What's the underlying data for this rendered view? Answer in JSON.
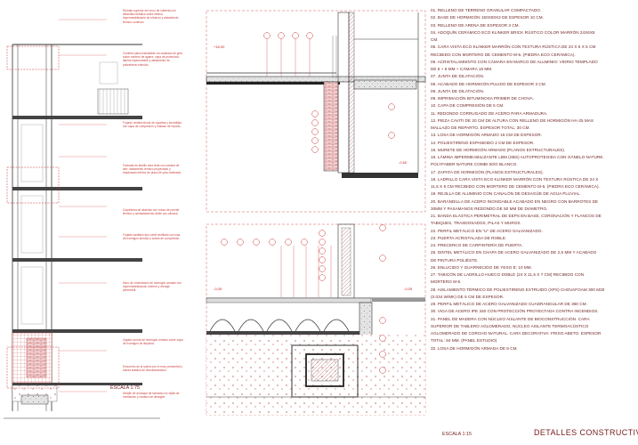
{
  "sheet_title": "DETALLES CONSTRUCTIVOS",
  "scale_left": "ESCALA 1:75",
  "scale_detail": "ESCALA 1:15",
  "level_marks": [
    "+18,00",
    "-0,60",
    "-0,05",
    "-0,05"
  ],
  "notes": [
    "01. RELLENO DE TERRENO GRANULAR COMPACTADO.",
    "02. BASE DE HORMIGÓN 150X50X2 DE ESPESOR 10 CM.",
    "03. RELLENO DE ARENA DE ESPESOR 3 CM.",
    "04. ADOQUÍN CERÁMICO ECO KLINKER BRICK RÚSTICO COLOR MARRÓN 24X6X5",
    "CM.",
    "05. CARA VISTA ECO KLINKER MARRÓN CON TEXTURA RÚSTICA DE 24 X 5 X 5 CM",
    "RECIBIDO CON MORTERO DE CEMENTO M-5. (PIEDRA ECO CERÁMICA).",
    "06. ACRISTALAMIENTO CON CÁMARA EN MARCO DE ALUMINIO: VIDRIO TEMPLADO",
    "DE 6 + 6 MM + CÁMARA 16 MM.",
    "07. JUNTA DE DILATACIÓN.",
    "08. ACABADO DE HORMIGÓN PULIDO DE ESPESOR 3 CM.",
    "09. JUNTA DE DILATACIÓN.",
    "09. IMPRIMACIÓN BITUMINOSA PRIMER DE CHOVA.",
    "10. CAPA DE COMPRESIÓN DE 5 CM.",
    "11. REDONDO CORRUGADO DE ACERO PARA ARMADURA.",
    "12. PIEZA CAVITI DE 20 CM DE ALTURA CON RELLENO DE HORMIGÓN HA-25 MAS",
    "MALLAZO DE REPARTO. ESPESOR TOTAL: 30 CM.",
    "13. LOSA DE HORMIGÓN ARMADO 15 CM DE ESPESOR.",
    "14. POLIESTIRENO EXPANDIDO 2 CM DE ESPESOR.",
    "15. MURETE DE HORMIGÓN ARMADO (PLANOS ESTRUCTURALES).",
    "16. LÁMINA IMPERMEABILIZANTE LBM (SBS) AUTOPROTEGIDA CON GÁNELO NATURE.",
    "POLYFABER NATURE COMBI 50/G BLANCO.",
    "17. ZAPATA DE HORMIGÓN (PLANOS ESTRUCTURALES).",
    "18. LADRILLO CARA VISTA ECO KLINKER MARRÓN CON TEXTURA RÚSTICA DE 24 X",
    "11,5 X 5 CM RECIBIDO CON MORTERO DE CEMENTO M-5. (PIEDRA ECO CERÁMICA).",
    "19. REJILLA DE ALUMINIO CON CANALÓN DE DESAGÜE DE AGUA PLUVIAL.",
    "20. BARANDILLA DE ACERO INOXIDABLE ACABADO EN NEGRO CON BARROTES DE",
    "30MM Y PASAMANOS REDONDO DE 50 MM DE DIÁMETRO.",
    "21. BANDA ELÁSTICA PERIMETRAL DE EEPS EN BASE, CORONACIÓN Y FLANCOS DE",
    "TABIQUES, TRASDOSADOS, PILAS Y MUROS.",
    "22. PERFIL METÁLICO EN \"U\" DE ACERO GALVANIZADO.",
    "23. PUERTA ACRISTALADA DE ROBLE.",
    "24. PRECERCO DE CARPINTERÍA DE PUERTA.",
    "25. DINTEL METÁLICO EN CHAPA DE ACERO GALVANIZADO DE 2,5 MM Y ACABADO",
    "DE PINTURA POLIÉSTE.",
    "26. ENLUCIDO Y GUARNECIDO DE YESO E: 10 MM.",
    "27. TABICÓN DE LADRILLO HUECO DOBLE (24 X 11,5 X 7 CM) RECIBIDO CON",
    "MORTERO M-5.",
    "28. AISLAMIENTO TÉRMICO DE POLIESTIRENO EXTRUIDO (XPS) CHOVAFOAM 300 M30",
    "(0.034 W/MK) DE 5 CM DE ESPESOR.",
    "29. PERFIL METÁLICO DE ACERO GALVANIZADO CUADRANGULAR DE 360 CM.",
    "30. VIGA DE ACERO IPE 340 CON PROTECCIÓN PROYECTADA CONTRA INCENDIOS.",
    "31. PANEL DE MADERA CON NÚCLEO AISLANTE DE BIOCONSTRUCCIÓN. CARA",
    "SUPERIOR DE TABLERO AGLOMERADO, NÚCLEO AISLANTE TERMOACÚSTICO",
    "AGLOMERADO DE CORCHO NATURAL. CARA DECORATIVA: FRISO ABETO. ESPESOR",
    "TOTAL: 84 MM. (PANEL ESTUDIO)",
    "32. LOSA DE HORMIGÓN ARMADA DE 8 CM."
  ],
  "annotations": [
    "Remate superior del muro de cubierta con albardilla metálica sobre lámina impermeabilizante de refuerzo y aislamiento térmico continuo.",
    "Cubierta plana transitable con acabado de gres sobre mortero de agarre, capa de protección, lámina impermeable y aislamiento de poliestireno extruido.",
    "Forjado unidireccional de viguetas y bovedillas con capa de compresión y mallazo de reparto.",
    "Fachada de ladrillo cara vista con cámara de aire, aislamiento térmico proyectado y trasdosado interior de placa de yeso laminado.",
    "Carpintería de aluminio con rotura de puente térmico y acristalamiento doble con cámara.",
    "Forjado sanitario tipo cáviti ventilado con losa de hormigón armado y solera de compresión.",
    "Muro de cimentación de hormigón armado con impermeabilización exterior y drenaje perimetral.",
    "Zapata corrida de hormigón armado sobre capa de hormigón de limpieza.",
    "Encuentro de la solera con el muro perimetral y banda elástica de desolidarización.",
    "Detalle de arranque de fachada con rejilla de ventilación y canalón de desagüe."
  ]
}
